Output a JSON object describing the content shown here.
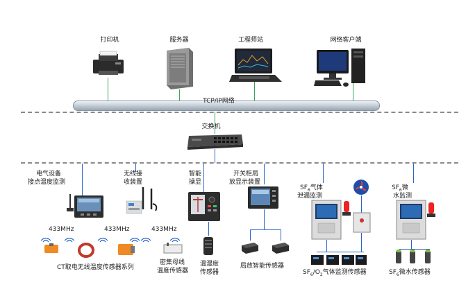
{
  "top_devices": {
    "printer": "打印机",
    "server": "服务器",
    "workstation": "工程师站",
    "client": "网络客户端"
  },
  "network": {
    "bus_label": "TCP/IP网络",
    "switch_label": "交换机"
  },
  "field_devices": {
    "temp_monitor": [
      "电气设备",
      "接点温度监测"
    ],
    "wireless_device": [
      "无线接",
      "收装置"
    ],
    "smart_control": [
      "智能",
      "操显"
    ],
    "switchgear": [
      "开关柜局",
      "放显示装置"
    ],
    "sf6_leak": [
      "SF6气体",
      "泄漏监测"
    ],
    "sf6_water": [
      "SF6微",
      "水监测"
    ]
  },
  "freq_labels": [
    "433MHz",
    "433MHz",
    "433MHz"
  ],
  "sensors": {
    "ct_series": "CT取电无线温度传感器系列",
    "busbar": [
      "密集母线",
      "温度传感器"
    ],
    "humidity": [
      "温湿度",
      "传感器"
    ],
    "pd_sensor": "局放智能传感器",
    "sf6_o2": "SF6/O2气体监测传感器",
    "sf6_water_sensor": "SF6微水传感器"
  },
  "colors": {
    "ethernet_line": "#3aa55a",
    "field_bus_line": "#2a66c8",
    "bus_pipe": "#c8d2dc",
    "dashed_divider": "#8a8a8a",
    "sensor_orange": "#f08a24"
  }
}
